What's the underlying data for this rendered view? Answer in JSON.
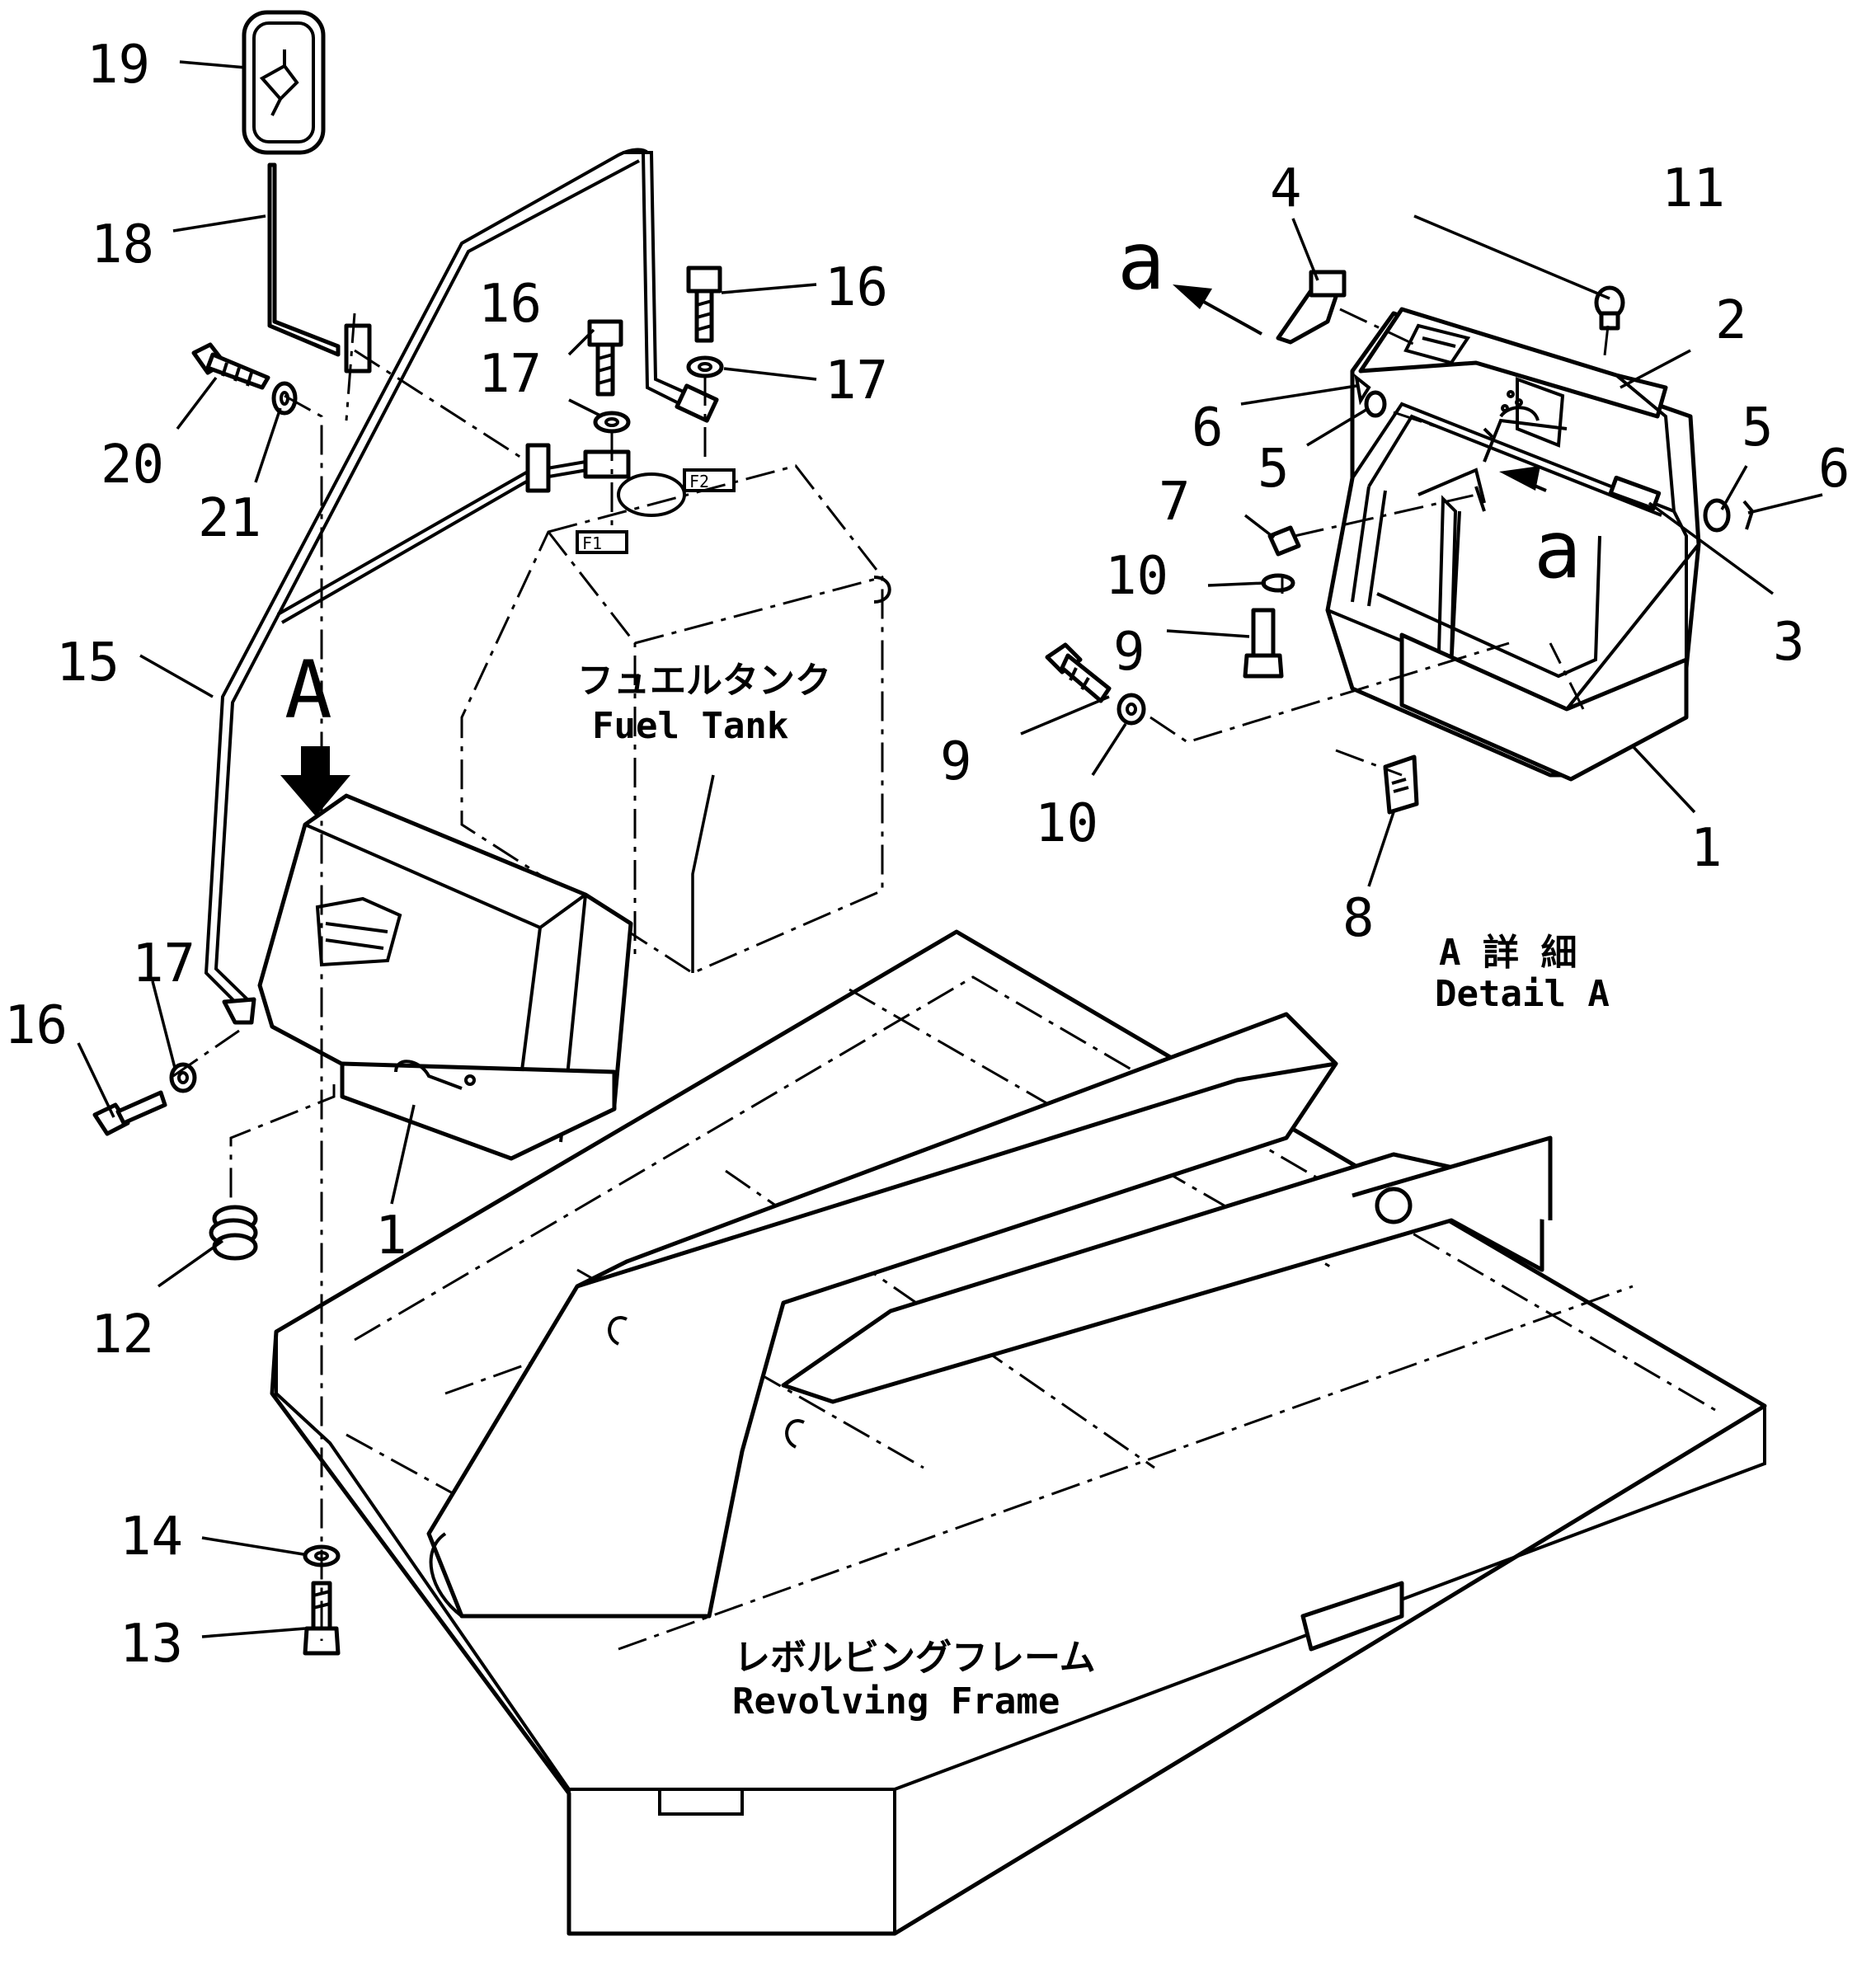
{
  "labels": {
    "fuel_tank_jp": "フュエルタンク",
    "fuel_tank_en": "Fuel Tank",
    "frame_jp": "レボルビングフレーム",
    "frame_en": "Revolving Frame",
    "detail_jp": "A 詳 細",
    "detail_en": "Detail A",
    "view_a": "A",
    "arrow_a_upper": "a",
    "arrow_a_lower": "a",
    "tank_mark_left": "F1",
    "tank_mark_right": "F2"
  },
  "callouts": {
    "c19": "19",
    "c18": "18",
    "c20": "20",
    "c21": "21",
    "c16a": "16",
    "c17a": "17",
    "c16b": "16",
    "c17b": "17",
    "c15": "15",
    "c17c": "17",
    "c16c": "16",
    "c1a": "1",
    "c12": "12",
    "c14": "14",
    "c13": "13",
    "c4": "4",
    "c11": "11",
    "c2": "2",
    "c6a": "6",
    "c5a": "5",
    "c5b": "5",
    "c6b": "6",
    "c7": "7",
    "c10a": "10",
    "c9a": "9",
    "c3": "3",
    "c9b": "9",
    "c10b": "10",
    "c1b": "1",
    "c8": "8"
  },
  "colors": {
    "ink": "#000000",
    "paper": "#ffffff"
  }
}
